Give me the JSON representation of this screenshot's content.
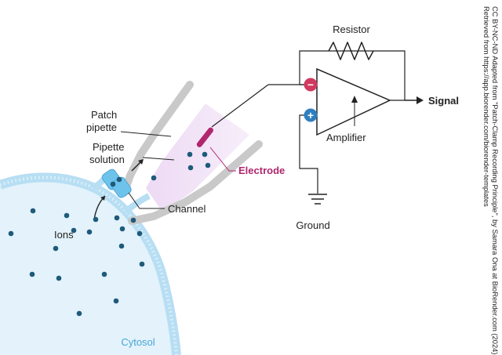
{
  "labels": {
    "patch_pipette_line1": "Patch",
    "patch_pipette_line2": "pipette",
    "pipette_solution_line1": "Pipette",
    "pipette_solution_line2": "solution",
    "electrode": "Electrode",
    "channel": "Channel",
    "ions": "Ions",
    "cytosol": "Cytosol",
    "resistor": "Resistor",
    "amplifier": "Amplifier",
    "ground": "Ground",
    "signal": "Signal"
  },
  "credit": {
    "line1": "CC BY-NC-ND Adapted from \"Patch-Clamp Recording Principle\", by Samara Ona at BioRender.com (2024)",
    "line2": "Retrieved from https://app.biorender.com/biorender-templates"
  },
  "symbols": {
    "minus": "−",
    "plus": "+"
  },
  "colors": {
    "ion_dot": "#1e5a7a",
    "cell_fill": "#e3f2fb",
    "membrane": "#a9d6ef",
    "pipette_glass": "#c9c9c9",
    "pipette_solution": "#ecd9f3",
    "electrode": "#b0276e",
    "channel": "#6ec3ec",
    "minus_terminal": "#d03a5f",
    "plus_terminal": "#2f7fc0",
    "cytosol_label": "#4aa6d6"
  }
}
